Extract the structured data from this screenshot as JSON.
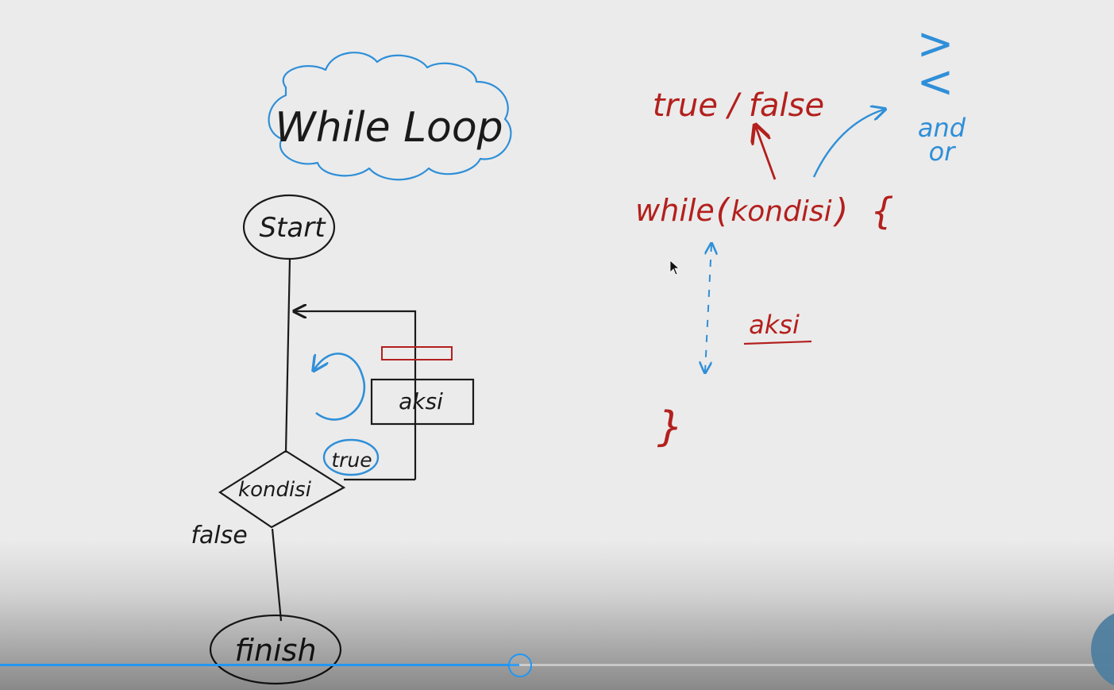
{
  "whiteboard": {
    "title": "While Loop",
    "flowchart": {
      "start": "Start",
      "body": "aksi",
      "condition": "kondisi",
      "true_branch": "true",
      "false_branch": "false",
      "finish": "finish"
    },
    "code": {
      "header_while": "while",
      "header_open_paren": "(",
      "header_condition": "kondisi",
      "header_close_paren": ")",
      "open_brace": "{",
      "close_brace": "}",
      "body": "aksi",
      "result": "true / false"
    },
    "operators": [
      ">",
      "<",
      "and",
      "or"
    ]
  },
  "player": {
    "progress": 0.466
  },
  "colors": {
    "board": "#ebebeb",
    "black_ink": "#1a1a1a",
    "red_ink": "#b3201d",
    "blue_ink": "#2f8fd8",
    "progress_accent": "#2196f3"
  }
}
